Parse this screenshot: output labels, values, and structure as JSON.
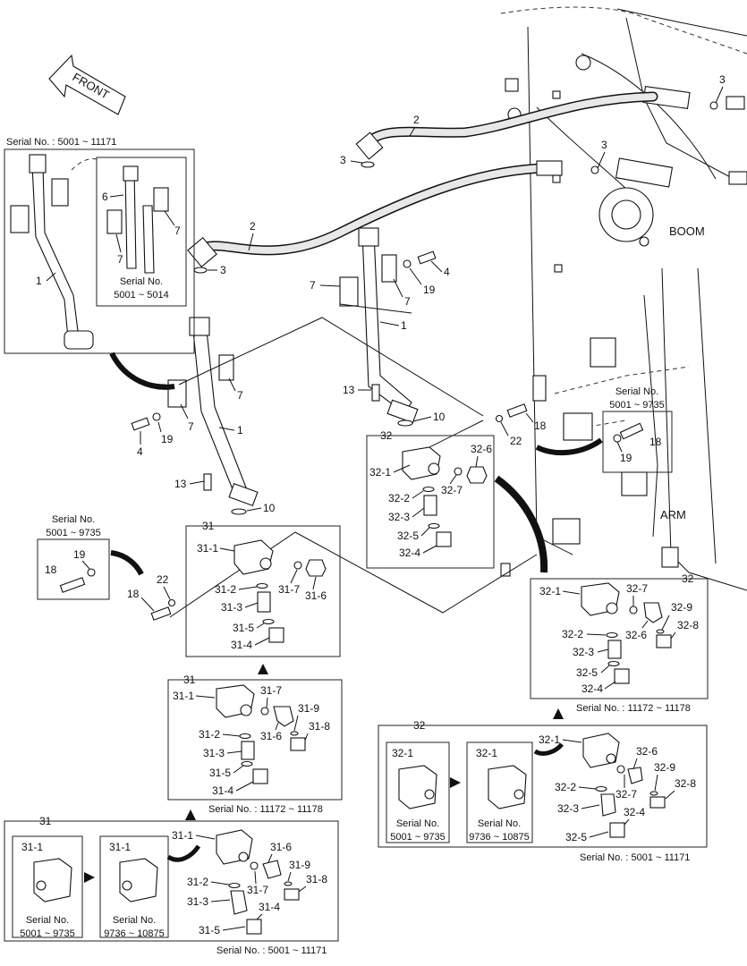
{
  "direction": {
    "front_label": "FRONT"
  },
  "areas": {
    "boom_label": "BOOM",
    "arm_label": "ARM"
  },
  "top_callouts": [
    {
      "id": "c-3a",
      "text": "3"
    },
    {
      "id": "c-3b",
      "text": "3"
    },
    {
      "id": "c-3c",
      "text": "3"
    },
    {
      "id": "c-3d",
      "text": "3"
    },
    {
      "id": "c-2a",
      "text": "2"
    },
    {
      "id": "c-2b",
      "text": "2"
    },
    {
      "id": "c-1a",
      "text": "1"
    },
    {
      "id": "c-1b",
      "text": "1"
    },
    {
      "id": "c-4a",
      "text": "4"
    },
    {
      "id": "c-4b",
      "text": "4"
    },
    {
      "id": "c-19a",
      "text": "19"
    },
    {
      "id": "c-19b",
      "text": "19"
    },
    {
      "id": "c-7a",
      "text": "7"
    },
    {
      "id": "c-7b",
      "text": "7"
    },
    {
      "id": "c-7c",
      "text": "7"
    },
    {
      "id": "c-7d",
      "text": "7"
    },
    {
      "id": "c-13a",
      "text": "13"
    },
    {
      "id": "c-13b",
      "text": "13"
    },
    {
      "id": "c-10a",
      "text": "10"
    },
    {
      "id": "c-10b",
      "text": "10"
    },
    {
      "id": "c-22a",
      "text": "22"
    },
    {
      "id": "c-22b",
      "text": "22"
    },
    {
      "id": "c-18a",
      "text": "18"
    },
    {
      "id": "c-18b",
      "text": "18"
    }
  ],
  "inset_top_left": {
    "serial": "Serial No. : 5001 ~ 11171",
    "sub_serial_line1": "Serial No.",
    "sub_serial_line2": "5001 ~ 5014",
    "labels": [
      "1",
      "6",
      "7",
      "7"
    ]
  },
  "inset_serial_18_left": {
    "line1": "Serial No.",
    "line2": "5001 ~ 9735",
    "labels": [
      "18",
      "19"
    ]
  },
  "inset_serial_18_right": {
    "line1": "Serial No.",
    "line2": "5001 ~ 9735",
    "labels": [
      "18",
      "19"
    ]
  },
  "group_31_main": {
    "title": "31",
    "labels": [
      "31-1",
      "31-2",
      "31-3",
      "31-5",
      "31-4",
      "31-7",
      "31-6"
    ]
  },
  "group_32_main": {
    "title": "32",
    "labels": [
      "32-1",
      "32-6",
      "32-7",
      "32-2",
      "32-3",
      "32-5",
      "32-4"
    ]
  },
  "group_32_right": {
    "title": "32",
    "serial": "Serial No. : 11172 ~ 11178",
    "labels": [
      "32-1",
      "32-7",
      "32-9",
      "32-8",
      "32-6",
      "32-2",
      "32-3",
      "32-5",
      "32-4"
    ]
  },
  "group_31_mid": {
    "title": "31",
    "serial": "Serial No. : 11172 ~ 11178",
    "labels": [
      "31-1",
      "31-7",
      "31-9",
      "31-8",
      "31-2",
      "31-6",
      "31-3",
      "31-5",
      "31-4"
    ]
  },
  "group_32_bottom": {
    "title": "32",
    "serial": "Serial No. : 5001 ~ 11171",
    "sub_a": {
      "label": "32-1",
      "line1": "Serial No.",
      "line2": "5001 ~ 9735"
    },
    "sub_b": {
      "label": "32-1",
      "line1": "Serial No.",
      "line2": "9736 ~ 10875"
    },
    "labels": [
      "32-1",
      "32-6",
      "32-9",
      "32-8",
      "32-2",
      "32-7",
      "32-3",
      "32-4",
      "32-5"
    ]
  },
  "group_31_bottom": {
    "title": "31",
    "serial": "Serial No. : 5001 ~ 11171",
    "sub_a": {
      "label": "31-1",
      "line1": "Serial No.",
      "line2": "5001 ~ 9735"
    },
    "sub_b": {
      "label": "31-1",
      "line1": "Serial No.",
      "line2": "9736 ~ 10875"
    },
    "labels": [
      "31-1",
      "31-6",
      "31-2",
      "31-9",
      "31-7",
      "31-8",
      "31-3",
      "31-4",
      "31-5"
    ]
  }
}
